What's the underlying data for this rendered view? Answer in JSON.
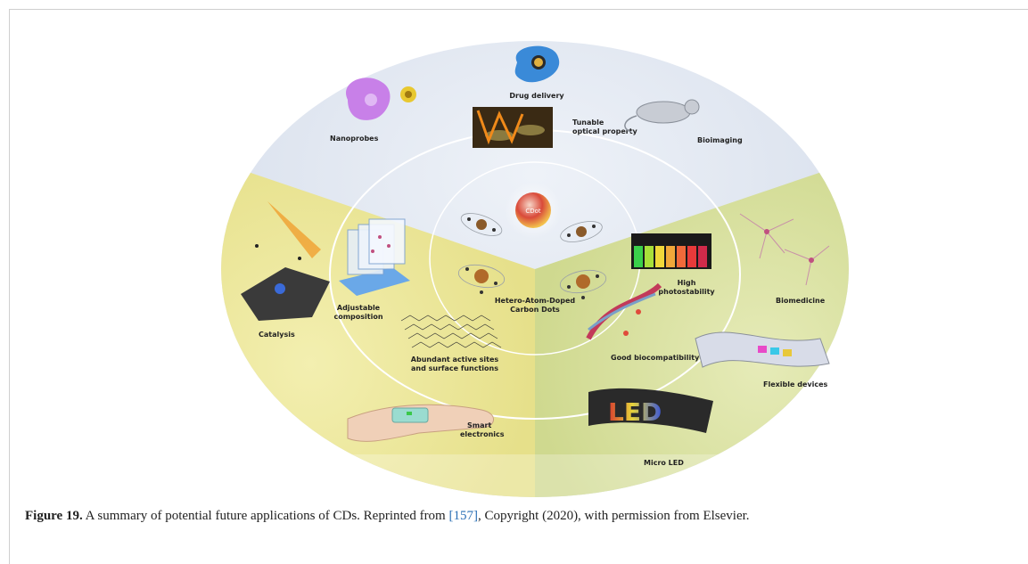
{
  "figure": {
    "center": {
      "badge": "CDot",
      "title_line1": "Hetero-Atom-Doped",
      "title_line2": "Carbon Dots"
    },
    "inner_ring": [
      {
        "id": "tunable",
        "line1": "Tunable",
        "line2": "optical property"
      },
      {
        "id": "adjustable",
        "line1": "Adjustable",
        "line2": "composition"
      },
      {
        "id": "high-photo",
        "line1": "High",
        "line2": "photostability"
      },
      {
        "id": "abundant",
        "line1": "Abundant active sites",
        "line2": "and surface functions"
      },
      {
        "id": "good-bio",
        "line1": "Good biocompatibility",
        "line2": ""
      }
    ],
    "outer_ring": [
      {
        "id": "drug-delivery",
        "line1": "Drug delivery",
        "line2": ""
      },
      {
        "id": "nanoprobes",
        "line1": "Nanoprobes",
        "line2": ""
      },
      {
        "id": "bioimaging",
        "line1": "Bioimaging",
        "line2": ""
      },
      {
        "id": "catalysis",
        "line1": "Catalysis",
        "line2": ""
      },
      {
        "id": "biomedicine",
        "line1": "Biomedicine",
        "line2": ""
      },
      {
        "id": "flexible",
        "line1": "Flexible devices",
        "line2": ""
      },
      {
        "id": "micro-led",
        "line1": "Micro LED",
        "line2": ""
      },
      {
        "id": "smart",
        "line1": "Smart",
        "line2": "electronics"
      }
    ],
    "led_text": "LED",
    "colors": {
      "top_sector": "#dbe3ef",
      "left_sector": "#eeea9e",
      "right_sector": "#dbe3a0"
    }
  },
  "caption": {
    "label": "Figure 19.",
    "text_before_ref": " A summary of potential future applications of CDs. Reprinted from ",
    "ref": "[157]",
    "text_after_ref": ", Copyright (2020), with permission from Elsevier."
  }
}
